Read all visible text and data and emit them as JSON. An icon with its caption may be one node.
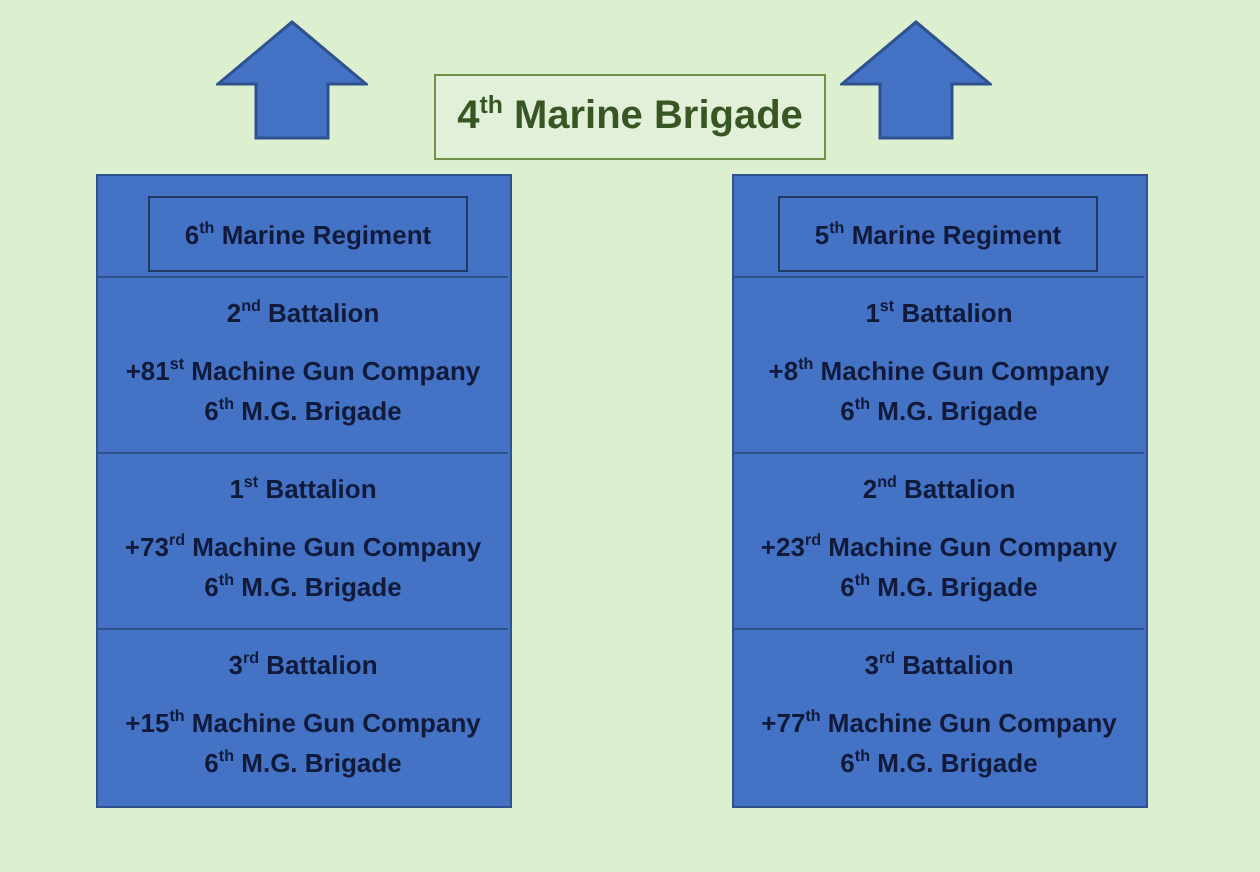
{
  "diagram": {
    "nodes": [
      {
        "text": [
          "4$^{th}$ Marine Brigade"
        ]
      },
      {
        "text": [],
        "shape": "box"
      },
      {
        "text": [
          "6$^{th}$ Marine Regiment"
        ],
        "in": 1
      },
      {
        "text": [
          "2$^{nd}$ Battalion",
          "+81$^{st}$ Machine Gun Company 6$^{th}$ M.G. Brigade"
        ],
        "in": 1
      },
      {
        "text": [
          "1$^{st}$ Battalion",
          "+73$^{rd}$ Machine Gun Company 6$^{th}$ M.G. Brigade"
        ],
        "in": 1
      },
      {
        "text": [
          "3$^{rd}$ Battalion",
          "+15$^{th}$ Machine Gun Company 6$^{th}$ M.G. Brigade"
        ],
        "in": 1
      },
      {
        "text": [],
        "shape": "box"
      },
      {
        "text": [
          "5$^{th}$ Marine Regiment"
        ],
        "in": 6
      },
      {
        "text": [
          "1$^{st}$ Battalion",
          "+8$^{th}$ Machine Gun Company 6$^{th}$ M.G. Brigade"
        ],
        "in": 6
      },
      {
        "text": [
          "2$^{nd}$ Battalion",
          "+23$^{rd}$ Machine Gun Company 6$^{th}$ M.G. Brigade"
        ],
        "in": 6
      },
      {
        "text": [
          "3$^{rd}$ Battalion",
          "+77$^{th}$ Machine Gun Company 6$^{th}$ M.G. Brigade"
        ],
        "in": 6
      }
    ]
  }
}
